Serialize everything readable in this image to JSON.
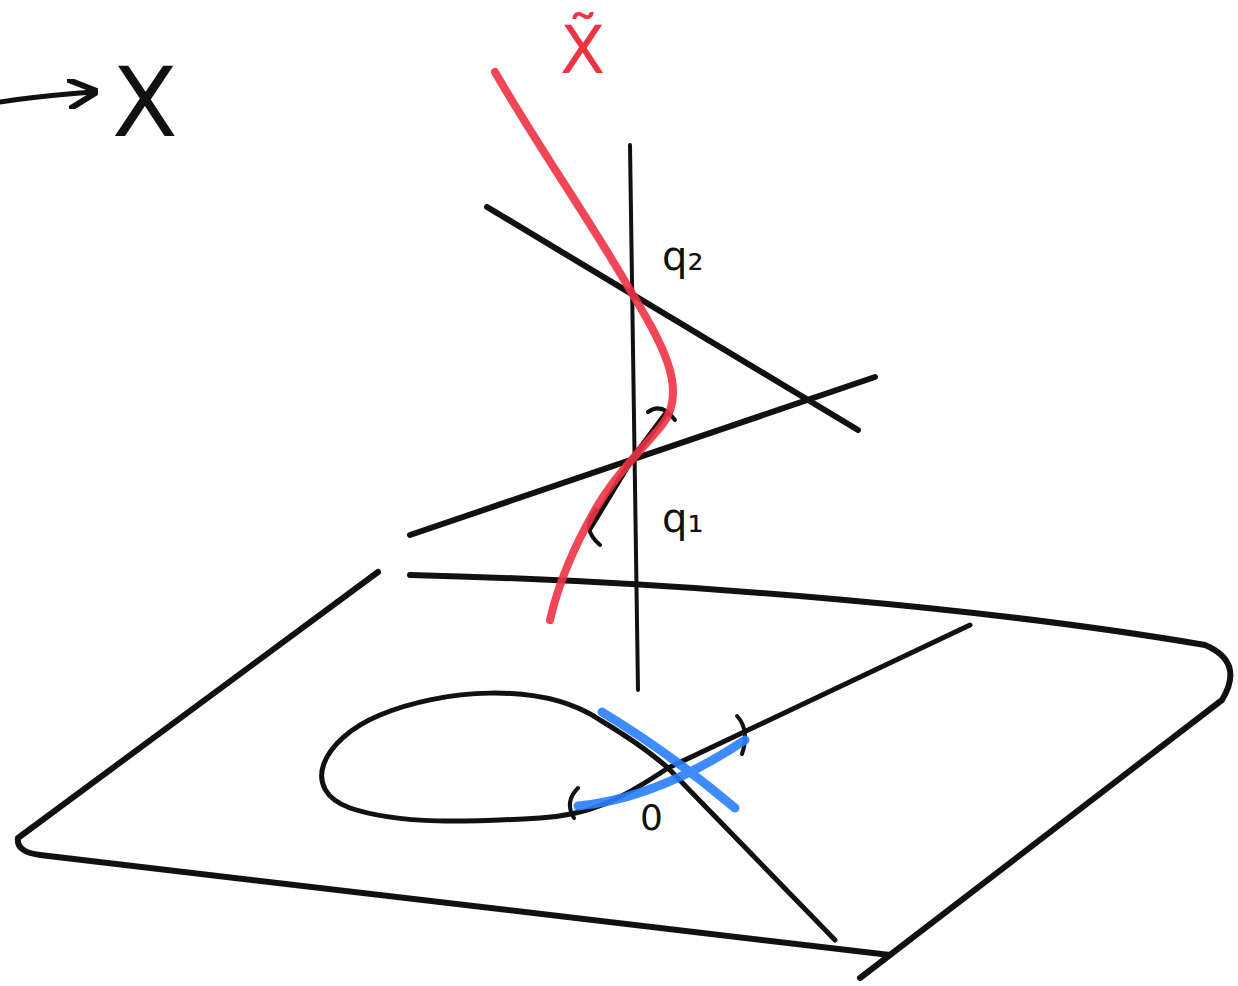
{
  "diagram": {
    "labels": [
      "X",
      "X̃",
      "q₂",
      "q₁",
      "0"
    ]
  }
}
